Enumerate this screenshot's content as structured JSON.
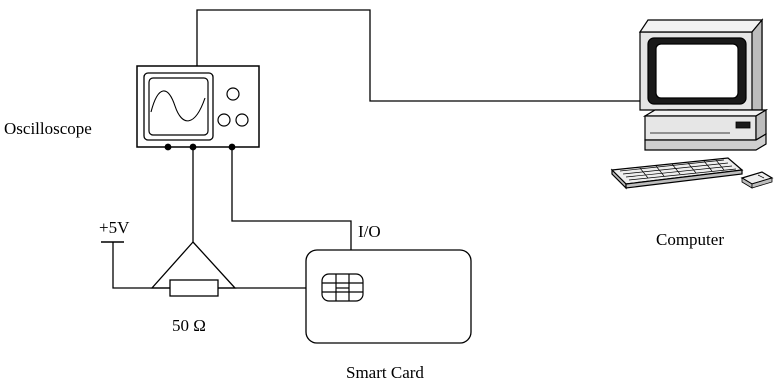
{
  "labels": {
    "oscilloscope": "Oscilloscope",
    "supply": "+5V",
    "io": "I/O",
    "computer": "Computer",
    "resistor": "50 Ω",
    "smart_card": "Smart Card"
  },
  "icons": {
    "oscilloscope": "oscilloscope-icon",
    "computer": "computer-icon",
    "smart_card": "smart-card-icon",
    "chip": "chip-contact-icon",
    "resistor": "resistor-icon",
    "differential_probe": "differential-probe-icon",
    "power_supply": "power-supply-icon"
  },
  "colors": {
    "line": "#000000",
    "background": "#ffffff",
    "screen_dark": "#1a1a1a",
    "monitor_body": "#e6e6e6",
    "monitor_shade": "#bdbdbd"
  }
}
